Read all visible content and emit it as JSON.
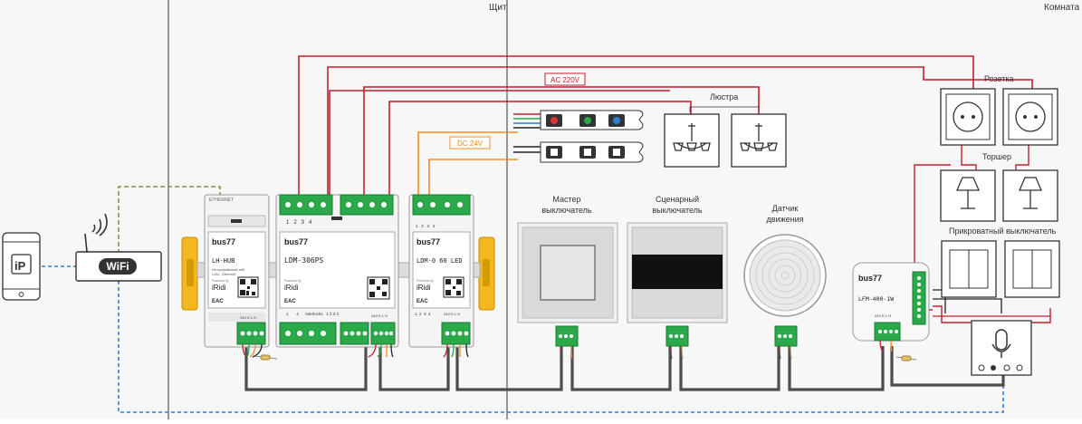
{
  "zones": {
    "panel_label": "Щит",
    "room_label": "Комната"
  },
  "voltage_labels": {
    "ac": "AC 220V",
    "dc": "DC 24V"
  },
  "modules": {
    "hub": {
      "brand": "bus77",
      "model": "LH-HUB",
      "desc_line1": "Интерфейсный хаб",
      "desc_line2": "LAN - Ethernet",
      "vendor_small": "Powered by",
      "vendor": "iRidi",
      "port_label": "ETHERNET",
      "bus_label": "24V E L H"
    },
    "relay": {
      "brand": "bus77",
      "model": "LDM-306PS",
      "vendor_small": "Powered by",
      "vendor": "iRidi",
      "top_terms": "1   2   3   4",
      "bottom_terms": "1       4      Interlocks   1 2 3 4",
      "bus_label": "24V E L H"
    },
    "led": {
      "brand": "bus77",
      "model": "LDM-0 60 LED",
      "vendor_small": "Powered by",
      "vendor": "iRidi",
      "bottom_terms": "1  2  3  4",
      "bus_label": "24V E L H"
    },
    "lfm": {
      "brand": "bus77",
      "model": "LFM-400-1W",
      "bus_label": "24V E L H"
    }
  },
  "devices": {
    "master_switch": {
      "line1": "Мастер",
      "line2": "выключатель"
    },
    "scene_switch": {
      "line1": "Сценарный",
      "line2": "выключатель"
    },
    "motion_sensor": {
      "line1": "Датчик",
      "line2": "движения"
    },
    "chandelier": {
      "label": "Люстра"
    },
    "socket": {
      "label": "Розетка"
    },
    "floor_lamp": {
      "label": "Торшер"
    },
    "bedside_switch": {
      "label": "Прикроватный выключатель"
    },
    "router": {
      "label": "WiFi"
    }
  },
  "colors": {
    "ac_wire": "#c41e2b",
    "dc_wire": "#f28c28",
    "lan_wire": "#7a9a3a",
    "wifi_link": "#2f7fd0",
    "bus_wire": "#555555",
    "module_green": "#2aa84a",
    "din_yellow": "#f2b81d"
  }
}
